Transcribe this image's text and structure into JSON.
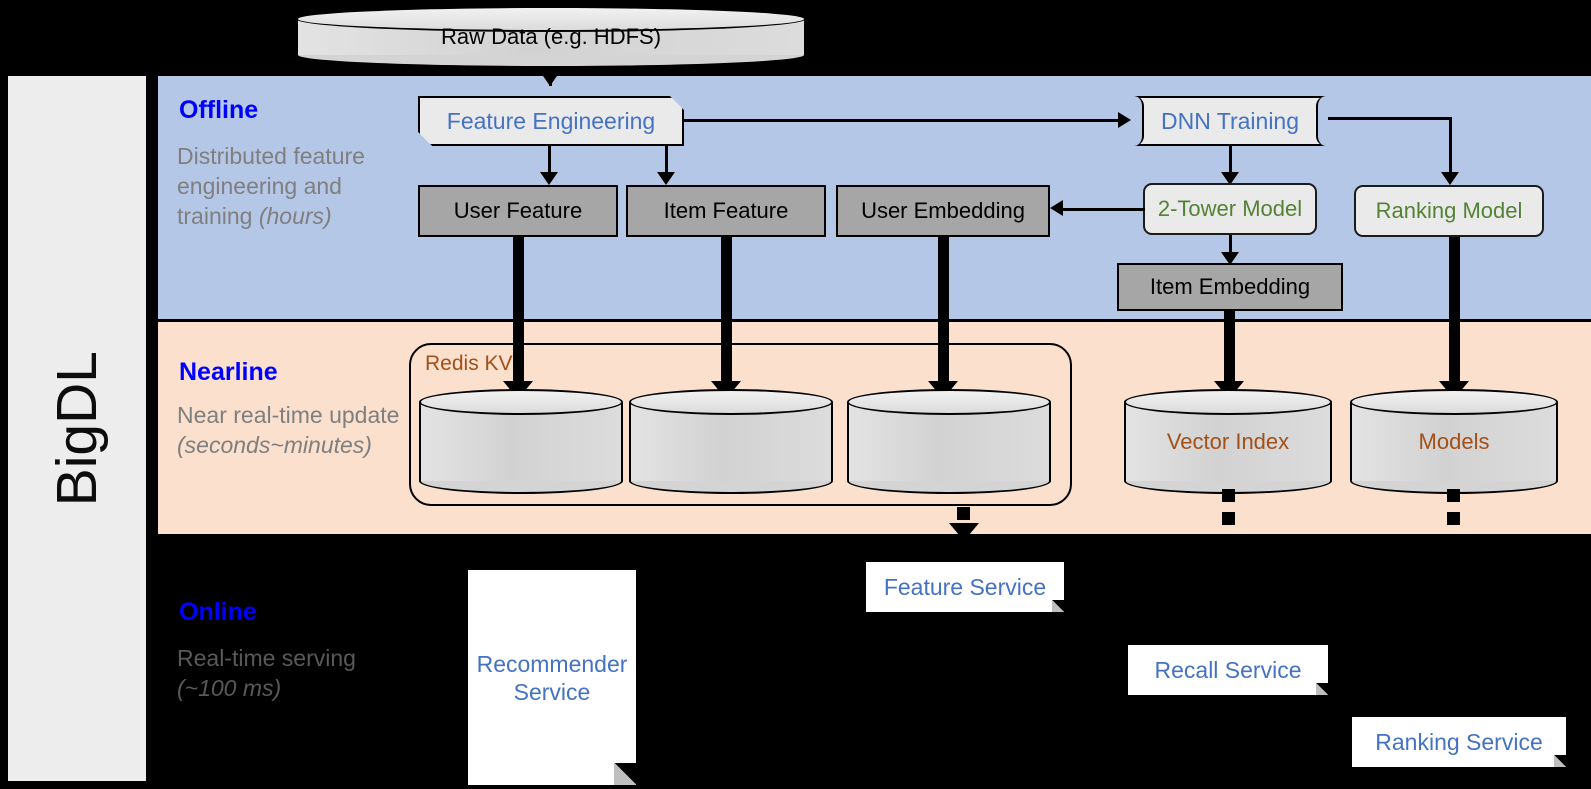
{
  "framework": {
    "name": "BigDL"
  },
  "bands": {
    "offline": {
      "title": "Offline",
      "description": "Distributed feature engineering and training ",
      "emphasis": "(hours)"
    },
    "nearline": {
      "title": "Nearline",
      "description": "Near real-time update ",
      "emphasis": "(seconds~minutes)"
    },
    "online": {
      "title": "Online",
      "description": "Real-time serving ",
      "emphasis": "(~100 ms)"
    }
  },
  "source": {
    "label": "Raw Data (e.g. HDFS)"
  },
  "offline_nodes": {
    "feature_engineering": {
      "label": "Feature Engineering",
      "color": "#4472C4"
    },
    "dnn_training": {
      "label": "DNN Training",
      "color": "#4472C4"
    },
    "user_feature": {
      "label": "User Feature",
      "color": "#000000"
    },
    "item_feature": {
      "label": "Item Feature",
      "color": "#000000"
    },
    "user_embedding": {
      "label": "User Embedding",
      "color": "#000000"
    },
    "two_tower_model": {
      "label": "2-Tower Model",
      "color": "#548235"
    },
    "ranking_model": {
      "label": "Ranking Model",
      "color": "#548235"
    },
    "item_embedding": {
      "label": "Item Embedding",
      "color": "#000000"
    }
  },
  "nearline_nodes": {
    "redis_kv": {
      "label": "Redis KV",
      "color": "#A25018"
    },
    "store_user_feature": {
      "label": ""
    },
    "store_item_feature": {
      "label": ""
    },
    "store_user_embedding": {
      "label": ""
    },
    "vector_index": {
      "label": "Vector Index",
      "color": "#A25018"
    },
    "models": {
      "label": "Models",
      "color": "#A25018"
    }
  },
  "online_nodes": {
    "recommender_service": {
      "label": "Recommender Service",
      "color": "#4472C4"
    },
    "feature_service": {
      "label": "Feature Service",
      "color": "#4472C4"
    },
    "recall_service": {
      "label": "Recall Service",
      "color": "#4472C4"
    },
    "ranking_service": {
      "label": "Ranking Service",
      "color": "#4472C4"
    }
  },
  "palette": {
    "offline_band": "#B4C7E7",
    "nearline_band": "#FBE0CE",
    "online_band": "#000000",
    "rail": "#EDEDED",
    "accent_blue": "#4472C4",
    "title_blue": "#0000FF",
    "accent_green": "#548235",
    "accent_brown": "#A25018",
    "gray_box": "#A6A6A6",
    "light_box": "#EAEAEA"
  }
}
